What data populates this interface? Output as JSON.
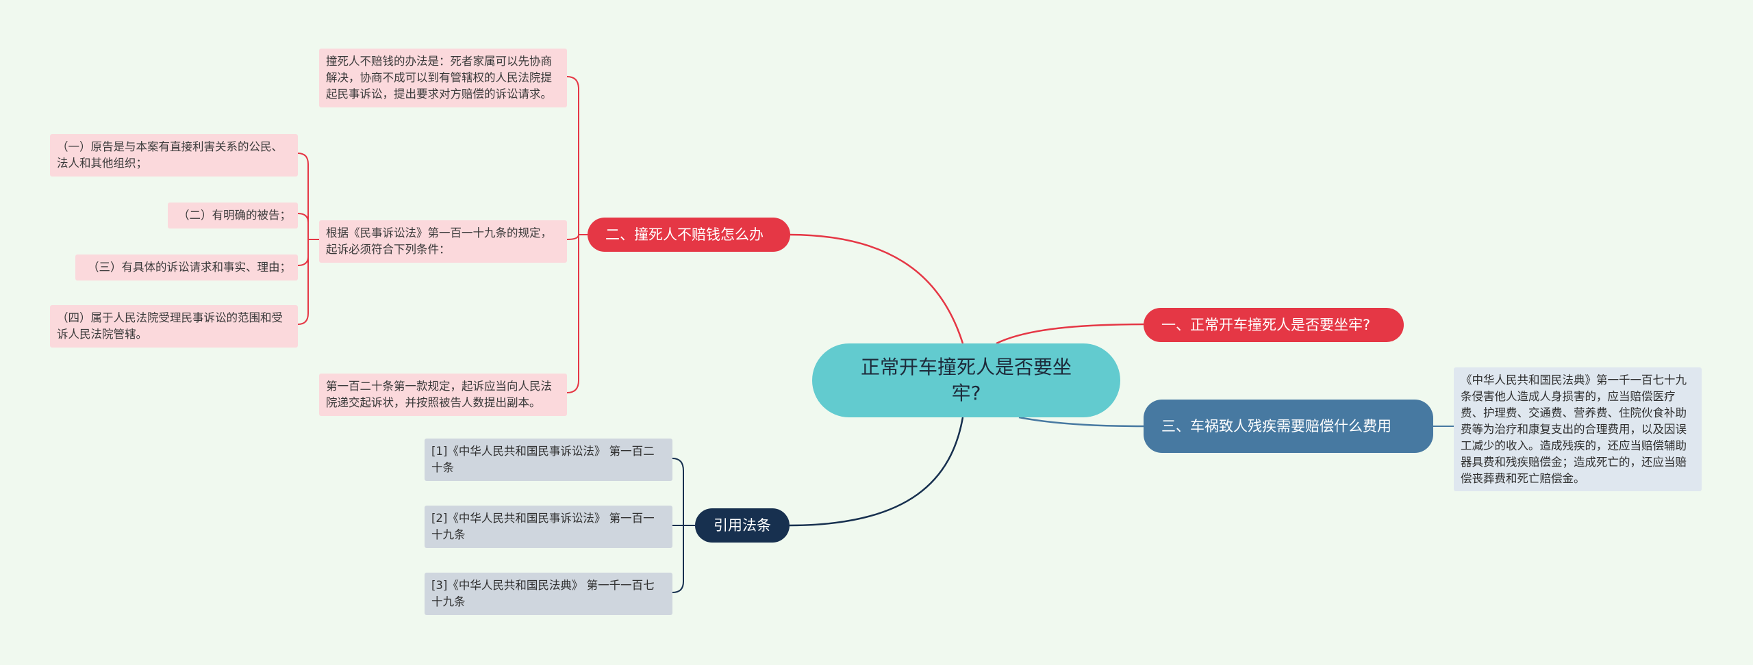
{
  "root": {
    "text": "正常开车撞死人是否要坐牢?"
  },
  "branches": {
    "b1": {
      "label": "一、正常开车撞死人是否要坐牢?",
      "color": "#e53745"
    },
    "b2": {
      "label": "二、撞死人不赔钱怎么办",
      "color": "#e53745",
      "leaves": [
        "撞死人不赔钱的办法是：死者家属可以先协商解决，协商不成可以到有管辖权的人民法院提起民事诉讼，提出要求对方赔偿的诉讼请求。",
        "根据《民事诉讼法》第一百一十九条的规定，起诉必须符合下列条件：",
        "第一百二十条第一款规定，起诉应当向人民法院递交起诉状，并按照被告人数提出副本。"
      ],
      "conditions": [
        "（一）原告是与本案有直接利害关系的公民、法人和其他组织；",
        "（二）有明确的被告；",
        "（三）有具体的诉讼请求和事实、理由；",
        "（四）属于人民法院受理民事诉讼的范围和受诉人民法院管辖。"
      ]
    },
    "b3": {
      "label": "三、车祸致人残疾需要赔偿什么费用",
      "color": "#4779a1",
      "leaf": "《中华人民共和国民法典》第一千一百七十九条侵害他人造成人身损害的，应当赔偿医疗费、护理费、交通费、营养费、住院伙食补助费等为治疗和康复支出的合理费用，以及因误工减少的收入。造成残疾的，还应当赔偿辅助器具费和残疾赔偿金；造成死亡的，还应当赔偿丧葬费和死亡赔偿金。"
    },
    "b4": {
      "label": "引用法条",
      "color": "#17304f",
      "leaves": [
        "[1]《中华人民共和国民事诉讼法》 第一百二十条",
        "[2]《中华人民共和国民事诉讼法》 第一百一十九条",
        "[3]《中华人民共和国民法典》 第一千一百七十九条"
      ]
    }
  }
}
